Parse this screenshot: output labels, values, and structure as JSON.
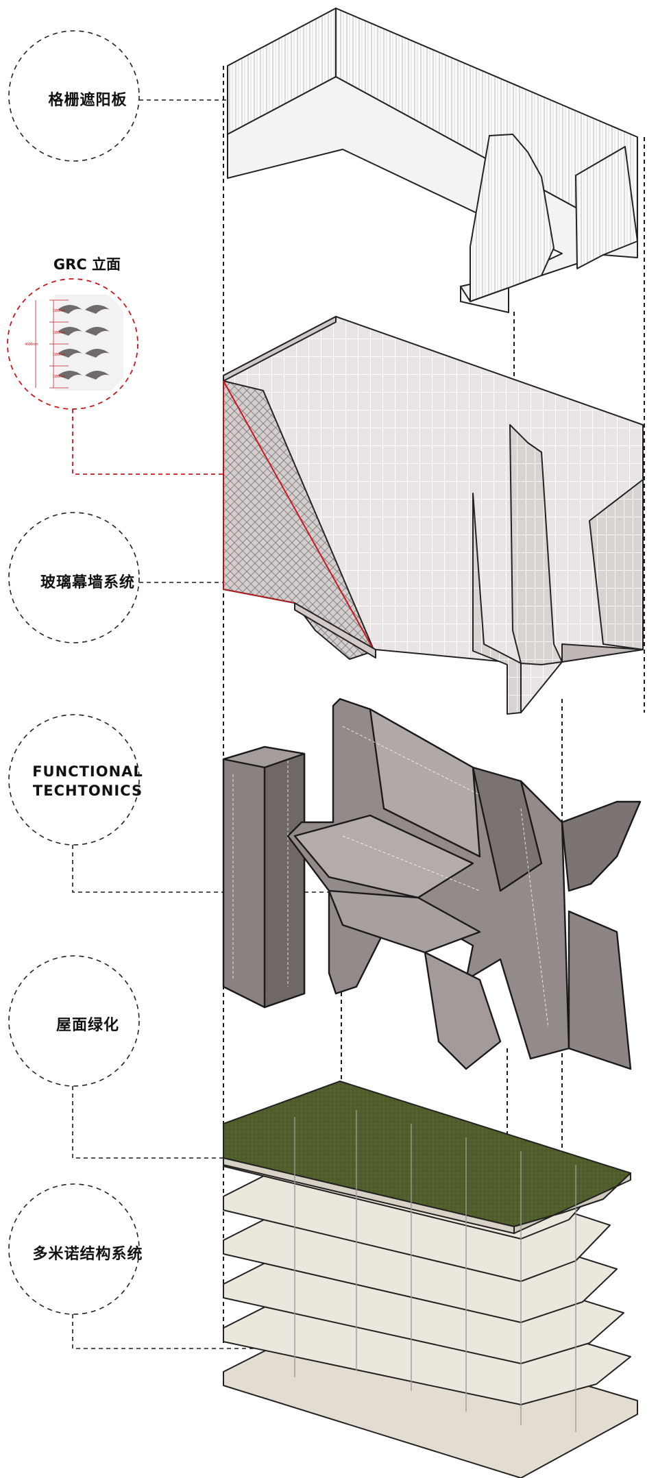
{
  "layers": [
    {
      "id": "louver",
      "label": "格栅遮阳板"
    },
    {
      "id": "grc",
      "label": "GRC 立面",
      "detail": {
        "dims": [
          "1150mm",
          "1150mm",
          "1150mm",
          "1150mm"
        ],
        "total": "4600mm"
      }
    },
    {
      "id": "curtain",
      "label": "玻璃幕墙系统"
    },
    {
      "id": "tectonics",
      "label_lines": [
        "FUNCTIONAL",
        "TECHTONICS"
      ]
    },
    {
      "id": "roof",
      "label": "屋面绿化"
    },
    {
      "id": "domino",
      "label": "多米诺结构系统"
    }
  ],
  "colors": {
    "accent_red": "#c8171d",
    "dash": "#1a1a1a",
    "concrete": "#8a8280",
    "green_roof": "#4f5e2b",
    "slab": "#e3ddd1"
  }
}
